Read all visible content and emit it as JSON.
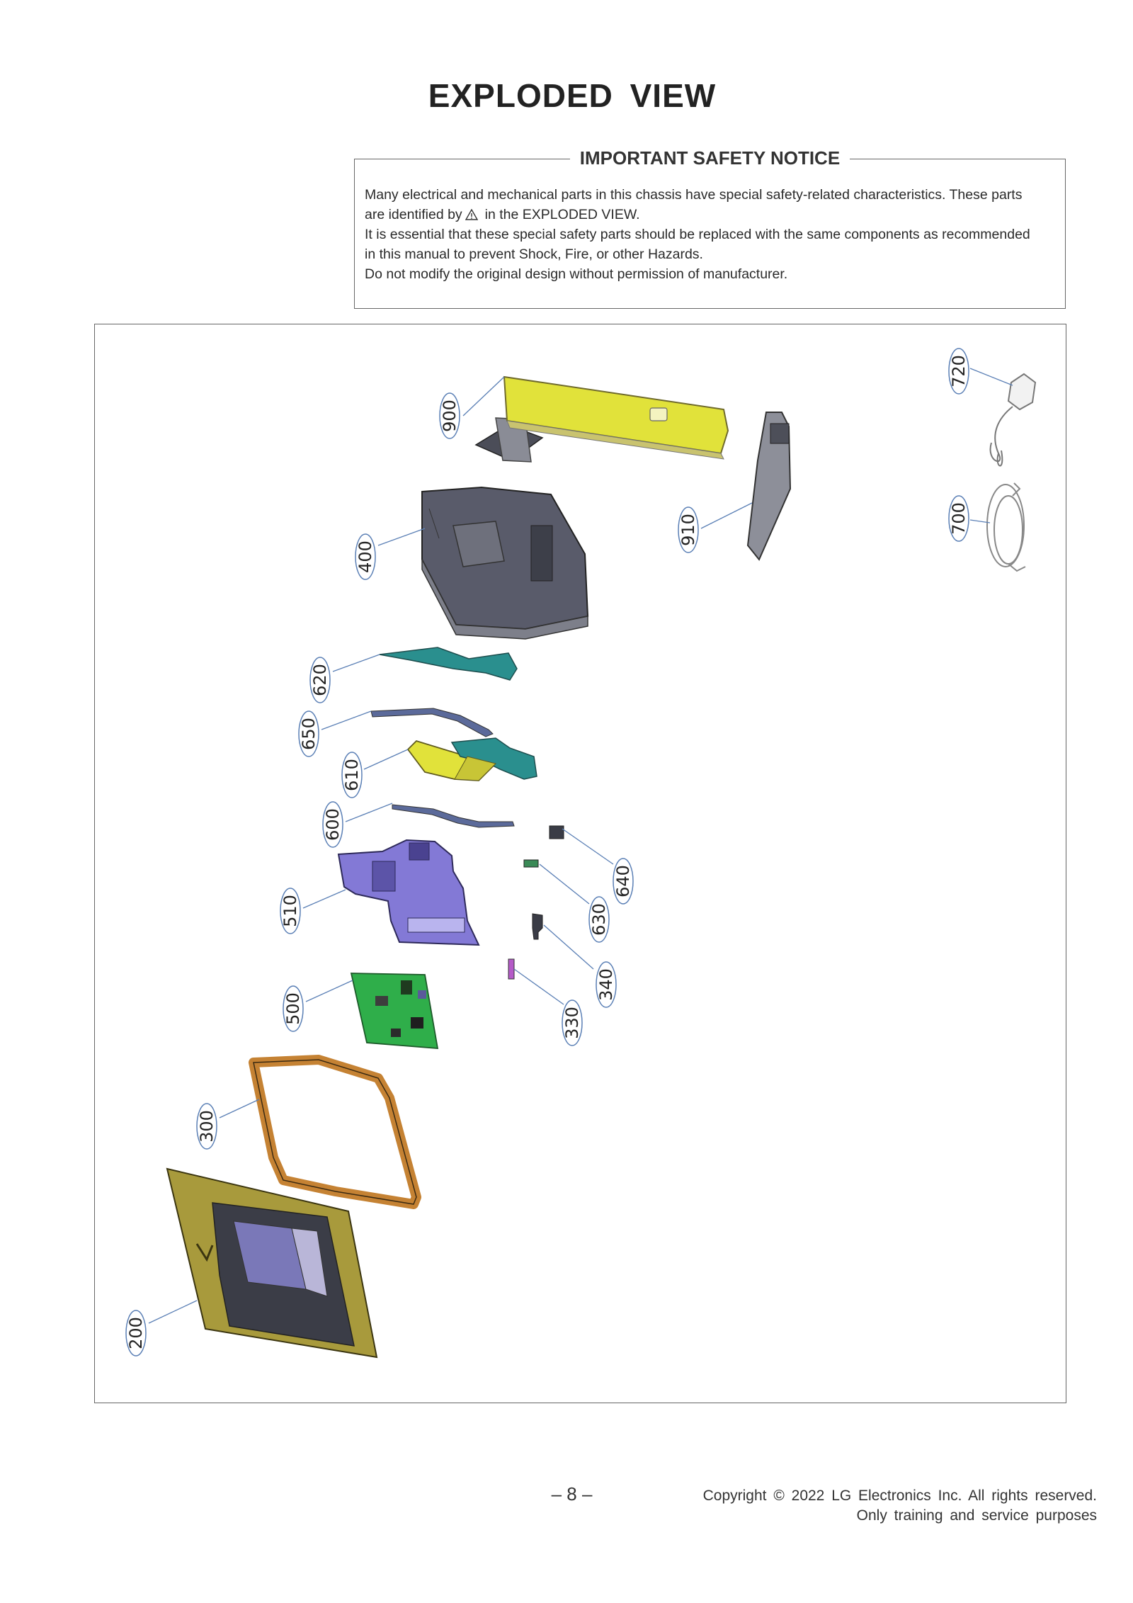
{
  "page": {
    "title": "EXPLODED  VIEW",
    "page_number": "– 8 –"
  },
  "safety_notice": {
    "title": "IMPORTANT SAFETY NOTICE",
    "line1": "Many electrical and mechanical parts in this chassis have special safety-related characteristics. These parts",
    "line2_before_icon": "are identified by",
    "line2_after_icon": "in the  EXPLODED VIEW.",
    "line3": "It is essential that these special safety parts should be replaced with the same components as recommended",
    "line4": "in this manual to prevent Shock, Fire, or other Hazards.",
    "line5": "Do not modify the original design without permission of manufacturer.",
    "icon": "warning-triangle-icon"
  },
  "callouts": [
    {
      "label": "900",
      "part": "stand-neck-arm"
    },
    {
      "label": "910",
      "part": "stand-base"
    },
    {
      "label": "720",
      "part": "adapter"
    },
    {
      "label": "700",
      "part": "power-cord"
    },
    {
      "label": "400",
      "part": "back-cover"
    },
    {
      "label": "620",
      "part": "bracket"
    },
    {
      "label": "650",
      "part": "cable"
    },
    {
      "label": "610",
      "part": "bracket"
    },
    {
      "label": "600",
      "part": "cable"
    },
    {
      "label": "510",
      "part": "shield-frame"
    },
    {
      "label": "640",
      "part": "small-board"
    },
    {
      "label": "630",
      "part": "small-board"
    },
    {
      "label": "340",
      "part": "small-board"
    },
    {
      "label": "330",
      "part": "small-board"
    },
    {
      "label": "500",
      "part": "main-board"
    },
    {
      "label": "300",
      "part": "middle-frame"
    },
    {
      "label": "200",
      "part": "panel"
    }
  ],
  "colors": {
    "callout_border": "#5a7fb5",
    "leader_line": "#5a7fb5",
    "stand_yellow": "#e1e23a",
    "back_cover_gray": "#595b6a",
    "teal": "#2a8f8e",
    "purple": "#8379d6",
    "pcb_green": "#2fae4a",
    "frame_orange": "#c58233",
    "panel_gold": "#a89a3c"
  },
  "copyright": {
    "line1": "Copyright  ©  2022  LG  Electronics  Inc.  All  rights  reserved.",
    "line2": "Only  training  and  service  purposes"
  }
}
